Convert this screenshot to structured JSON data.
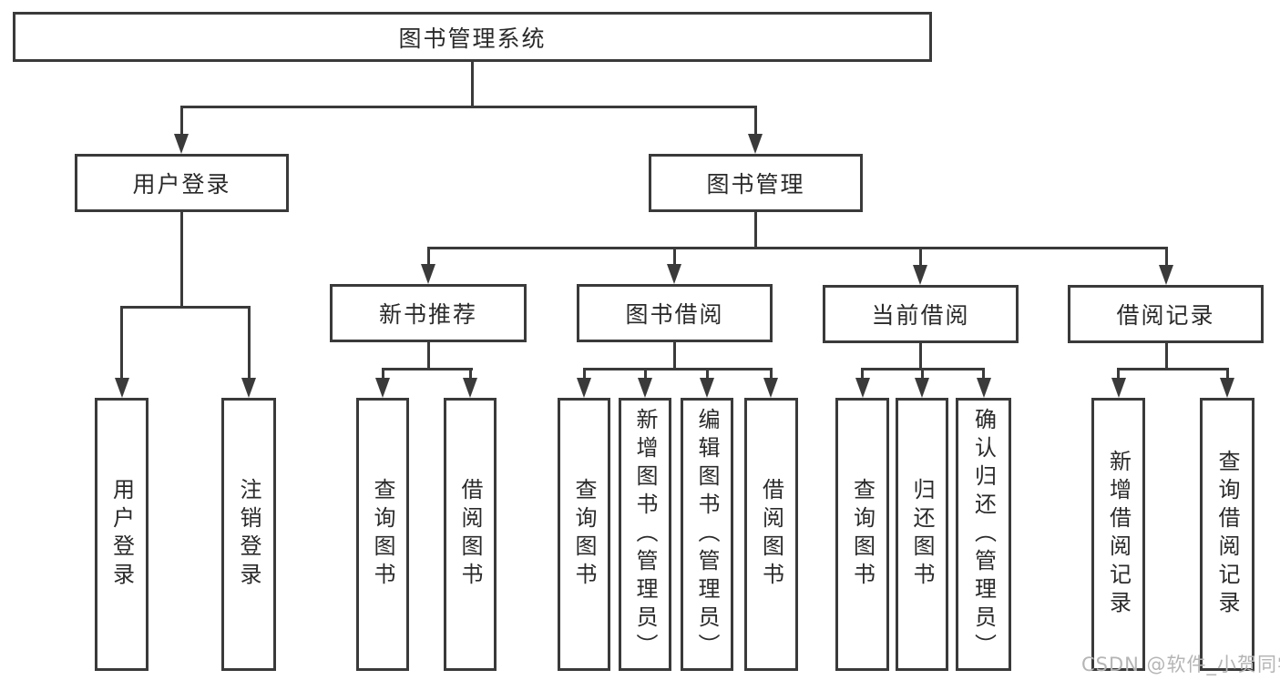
{
  "diagram": {
    "root": {
      "label": "图书管理系统"
    },
    "level2": [
      {
        "label": "用户登录"
      },
      {
        "label": "图书管理"
      }
    ],
    "level3": [
      {
        "label": "新书推荐"
      },
      {
        "label": "图书借阅"
      },
      {
        "label": "当前借阅"
      },
      {
        "label": "借阅记录"
      }
    ],
    "leaves": {
      "user_login": [
        "用户登录",
        "注销登录"
      ],
      "new_books": [
        "查询图书",
        "借阅图书"
      ],
      "book_borrow": [
        "查询图书",
        "新增图书（管理员）",
        "编辑图书（管理员）",
        "借阅图书"
      ],
      "current_borrow": [
        "查询图书",
        "归还图书",
        "确认归还（管理员）"
      ],
      "borrow_records": [
        "新增借阅记录",
        "查询借阅记录"
      ]
    },
    "colors": {
      "line": "#3a3a3a",
      "text": "#2a2a2a",
      "watermark": "#b5b5b5",
      "background": "#ffffff"
    }
  },
  "watermark": {
    "text": "CSDN @软件_小贺同学"
  }
}
